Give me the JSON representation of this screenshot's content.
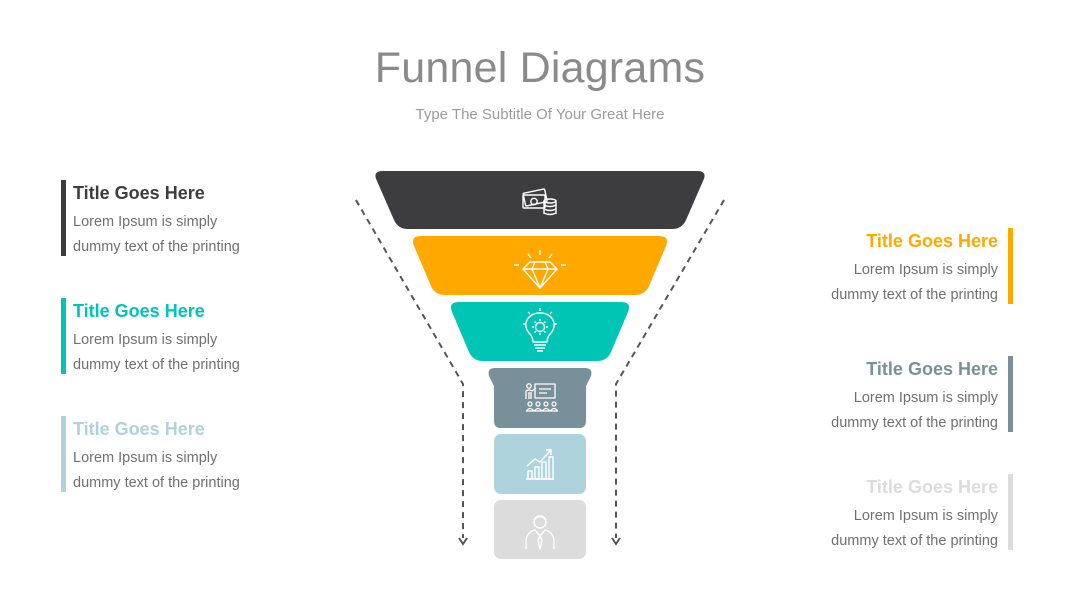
{
  "header": {
    "title": "Funnel Diagrams",
    "subtitle": "Type The Subtitle Of Your Great Here"
  },
  "left_items": [
    {
      "title": "Title Goes Here",
      "line1": "Lorem Ipsum is simply",
      "line2": "dummy text of the printing",
      "color": "#3d3d3f"
    },
    {
      "title": "Title Goes Here",
      "line1": "Lorem Ipsum is simply",
      "line2": "dummy text of the printing",
      "color": "#00c4b4"
    },
    {
      "title": "Title Goes Here",
      "line1": "Lorem Ipsum is simply",
      "line2": "dummy text of the printing",
      "color": "#aed3dc"
    }
  ],
  "right_items": [
    {
      "title": "Title Goes Here",
      "line1": "Lorem Ipsum is simply",
      "line2": "dummy text of the printing",
      "color": "#ffa800"
    },
    {
      "title": "Title Goes Here",
      "line1": "Lorem Ipsum is simply",
      "line2": "dummy text of the printing",
      "color": "#78909a"
    },
    {
      "title": "Title Goes Here",
      "line1": "Lorem Ipsum is simply",
      "line2": "dummy text of the printing",
      "color": "#dcdcdc"
    }
  ],
  "funnel_stages": [
    {
      "icon": "money-icon",
      "color": "#3d3d3f"
    },
    {
      "icon": "diamond-icon",
      "color": "#ffa800"
    },
    {
      "icon": "lightbulb-gear-icon",
      "color": "#00c4b4"
    },
    {
      "icon": "presentation-icon",
      "color": "#78909a"
    },
    {
      "icon": "growth-chart-icon",
      "color": "#aed3dc"
    },
    {
      "icon": "businessman-icon",
      "color": "#dcdcdc"
    }
  ],
  "colors": {
    "title_text": "#8a8a8a",
    "body_text": "#707070",
    "dashed_guide": "#555555"
  }
}
